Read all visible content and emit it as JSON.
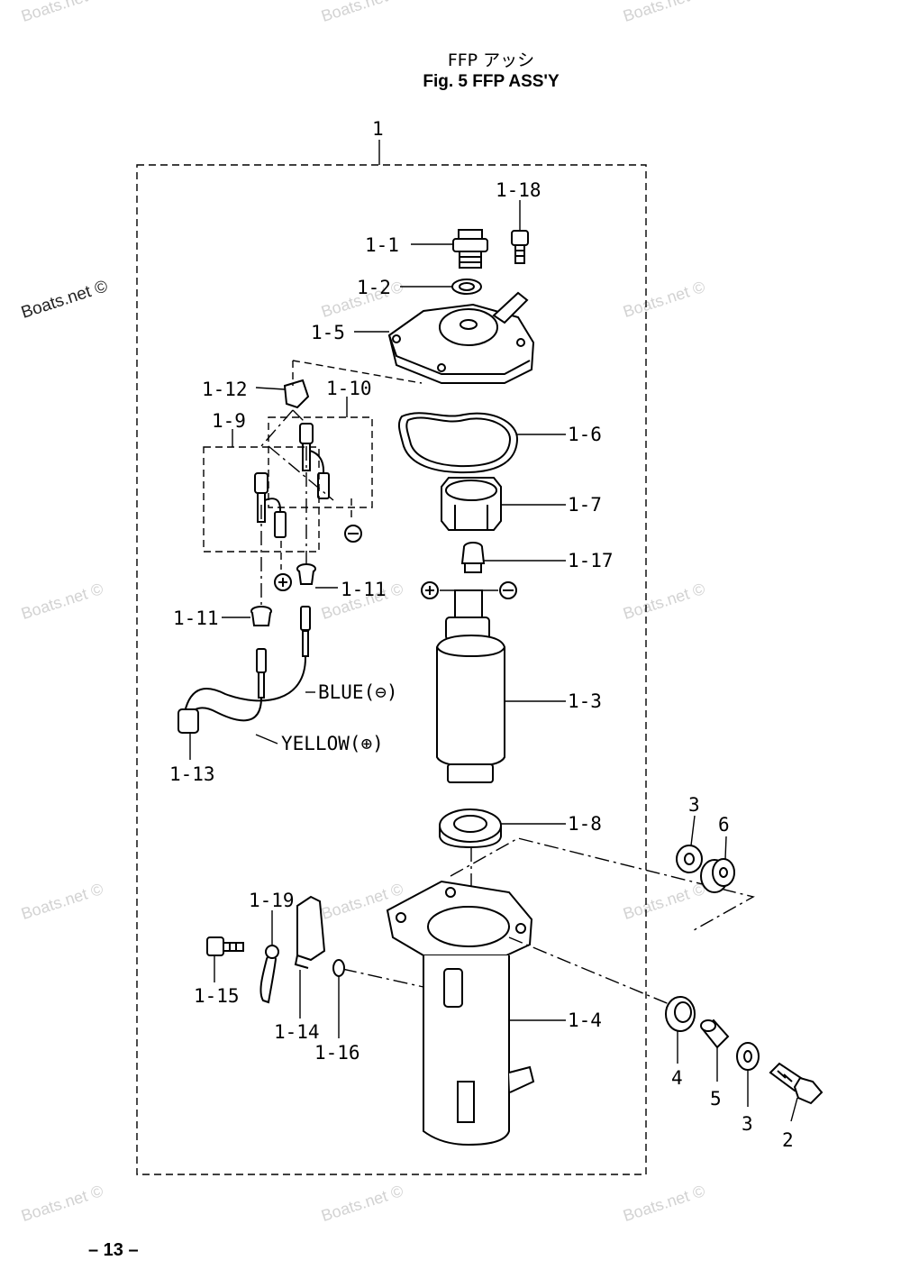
{
  "title_jp": "FFP アッシ",
  "title_en": "Fig. 5    FFP ASS'Y",
  "page_number": "– 13 –",
  "watermark": "Boats.net ©",
  "wire_labels": {
    "blue": "BLUE(⊖)",
    "yellow": "YELLOW(⊕)"
  },
  "polarity": {
    "plus": "+",
    "minus": "−"
  },
  "callouts": {
    "c1": "1",
    "c1_1": "1-1",
    "c1_2": "1-2",
    "c1_3": "1-3",
    "c1_4": "1-4",
    "c1_5": "1-5",
    "c1_6": "1-6",
    "c1_7": "1-7",
    "c1_8": "1-8",
    "c1_9": "1-9",
    "c1_10": "1-10",
    "c1_11a": "1-11",
    "c1_11b": "1-11",
    "c1_12": "1-12",
    "c1_13": "1-13",
    "c1_14": "1-14",
    "c1_15": "1-15",
    "c1_16": "1-16",
    "c1_17": "1-17",
    "c1_18": "1-18",
    "c1_19": "1-19",
    "c2": "2",
    "c3a": "3",
    "c3b": "3",
    "c4": "4",
    "c5": "5",
    "c6": "6"
  }
}
